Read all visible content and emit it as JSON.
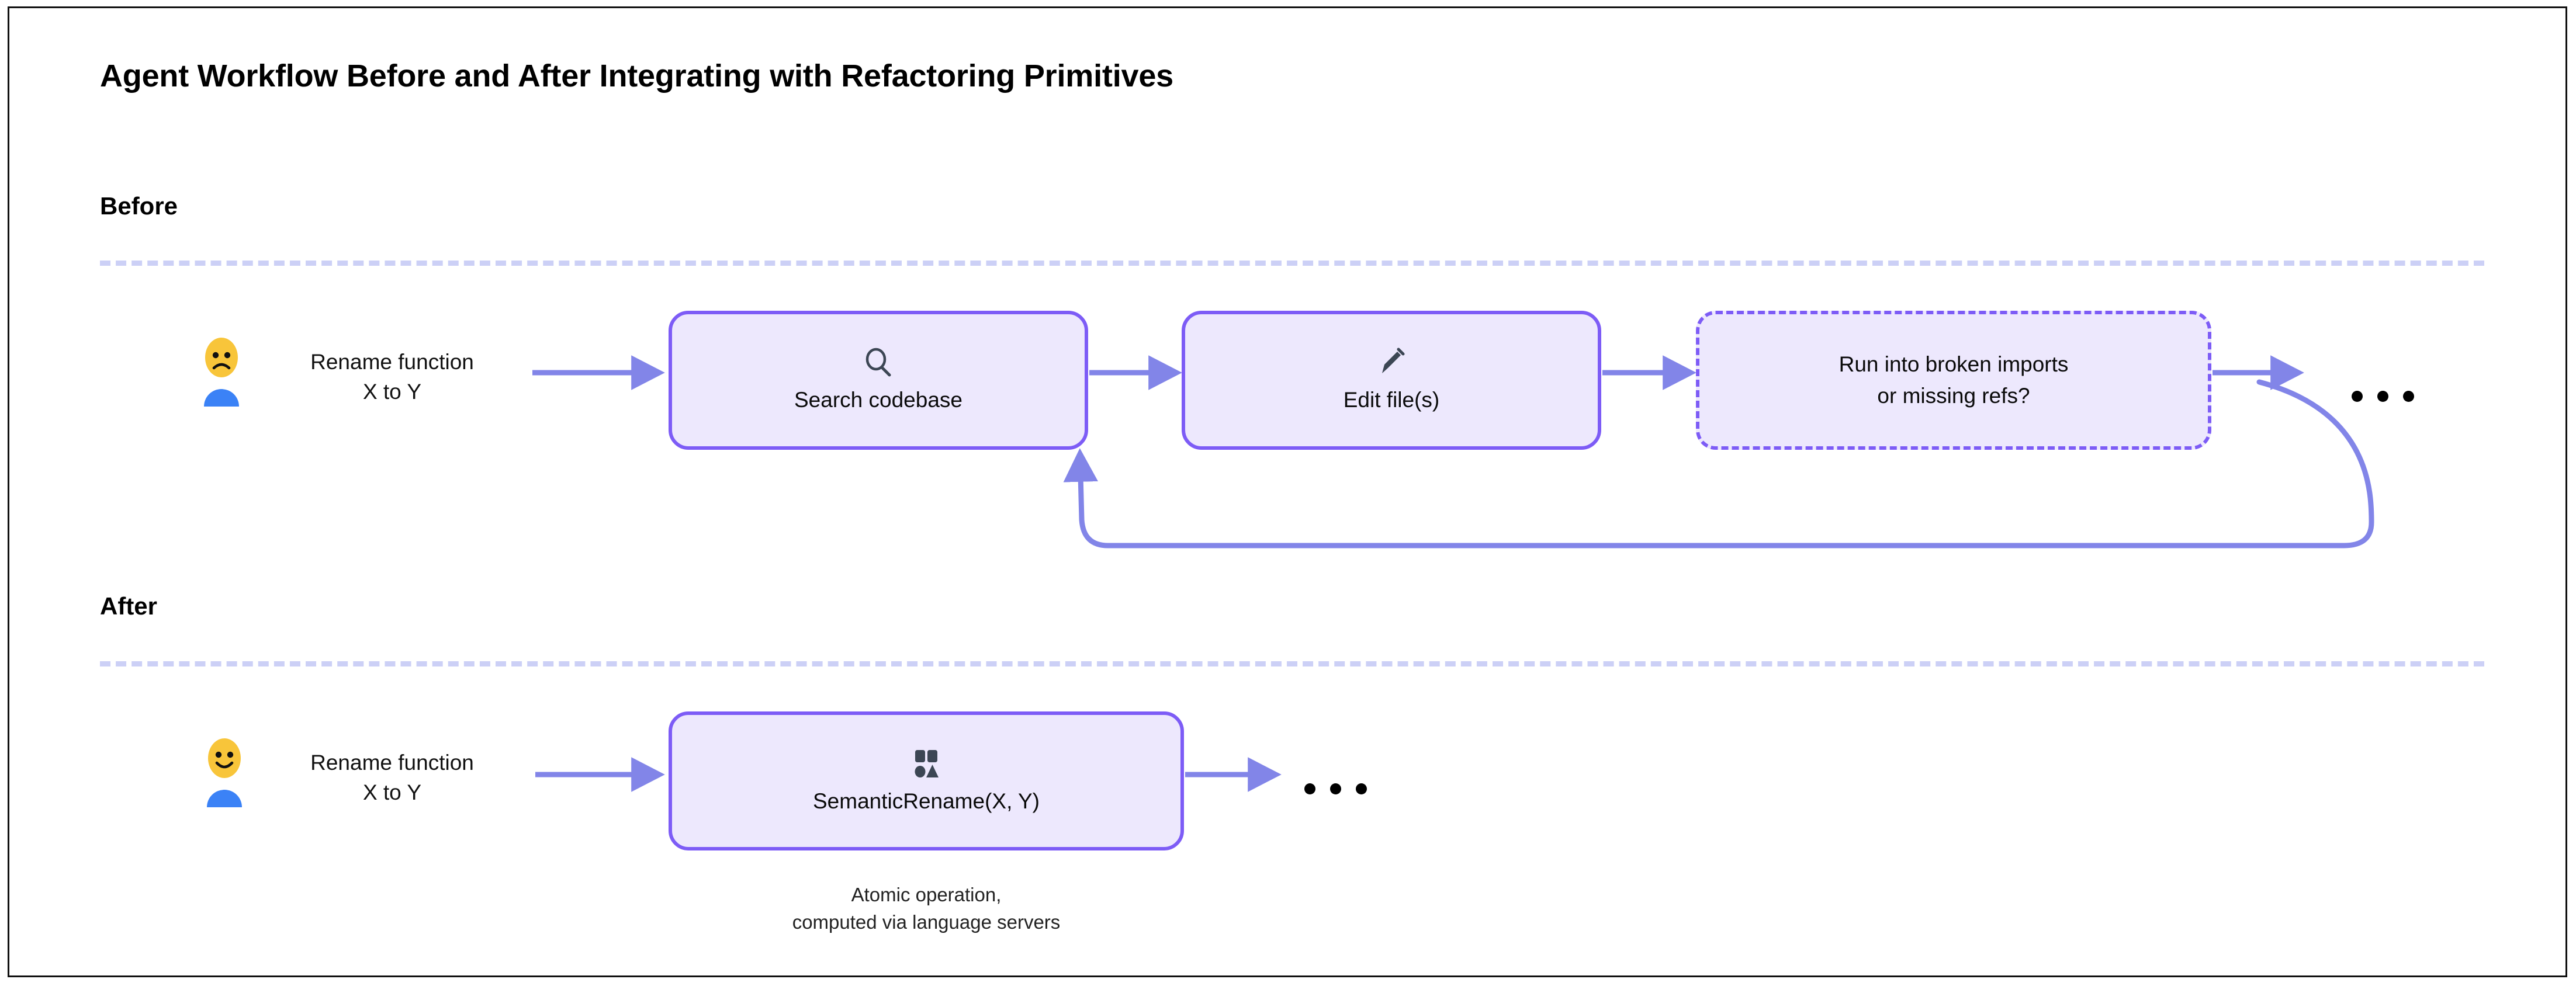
{
  "figure": {
    "title": "Agent Workflow Before and After Integrating with Refactoring Primitives"
  },
  "colors": {
    "node_fill": "#EDE8FD",
    "node_border": "#7D5CF6",
    "arrow": "#8285E8",
    "divider": "#CCD0F6",
    "icon": "#3C4654",
    "face": "#F8C53A",
    "body": "#3B82F6",
    "frame_border": "#111111",
    "text": "#000000"
  },
  "sections": [
    {
      "id": "before",
      "label": "Before",
      "actor": {
        "icon": "sad-person-icon",
        "mood": "sad",
        "request_line1": "Rename function",
        "request_line2": "X to Y"
      },
      "nodes": [
        {
          "id": "search",
          "icon": "search-icon",
          "label": "Search codebase",
          "style": "solid"
        },
        {
          "id": "edit",
          "icon": "pencil-icon",
          "label": "Edit file(s)",
          "style": "solid"
        },
        {
          "id": "issue",
          "icon": null,
          "label": "Run into broken imports\nor missing refs?",
          "style": "dashed"
        }
      ],
      "trailing_ellipsis": "...",
      "loop_back": {
        "from": "issue",
        "to": "search",
        "description": "retry loop back to Search codebase"
      }
    },
    {
      "id": "after",
      "label": "After",
      "actor": {
        "icon": "happy-person-icon",
        "mood": "happy",
        "request_line1": "Rename function",
        "request_line2": "X to Y"
      },
      "nodes": [
        {
          "id": "semantic-rename",
          "icon": "shapes-icon",
          "label": "SemanticRename(X, Y)",
          "style": "solid",
          "caption": "Atomic operation,\ncomputed via language servers"
        }
      ],
      "trailing_ellipsis": "..."
    }
  ]
}
